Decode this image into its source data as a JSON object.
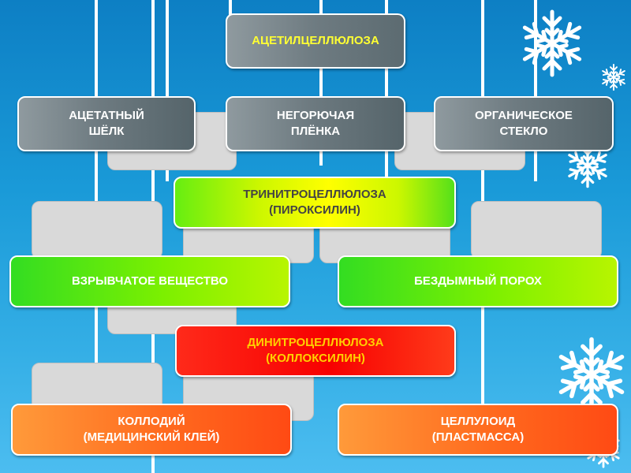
{
  "diagram": {
    "top": "АЦЕТИЛЦЕЛЛЮЛОЗА",
    "row1": [
      {
        "line1": "АЦЕТАТНЫЙ",
        "line2": "ШЁЛК"
      },
      {
        "line1": "НЕГОРЮЧАЯ",
        "line2": "ПЛЁНКА"
      },
      {
        "line1": "ОРГАНИЧЕСКОЕ",
        "line2": "СТЕКЛО"
      }
    ],
    "trinitro": {
      "line1": "ТРИНИТРОЦЕЛЛЮЛОЗА",
      "line2": "(ПИРОКСИЛИН)"
    },
    "row2": [
      "ВЗРЫВЧАТОЕ ВЕЩЕСТВО",
      "БЕЗДЫМНЫЙ ПОРОХ"
    ],
    "dinitro": {
      "line1": "ДИНИТРОЦЕЛЛЮЛОЗА",
      "line2": "(КОЛЛОКСИЛИН)"
    },
    "row3": [
      {
        "line1": "КОЛЛОДИЙ",
        "line2": "(МЕДИЦИНСКИЙ КЛЕЙ)"
      },
      {
        "line1": "ЦЕЛЛУЛОИД",
        "line2": "(ПЛАСТМАССА)"
      }
    ]
  },
  "icons": [
    "snowflake-icon"
  ],
  "colors": {
    "background": "#1a9ad8",
    "gray_box": "#6e7b81",
    "yellow_box": "#ffff00",
    "green_box": "#7cf000",
    "red_box": "#f70000",
    "orange_box": "#ff6a1e"
  }
}
